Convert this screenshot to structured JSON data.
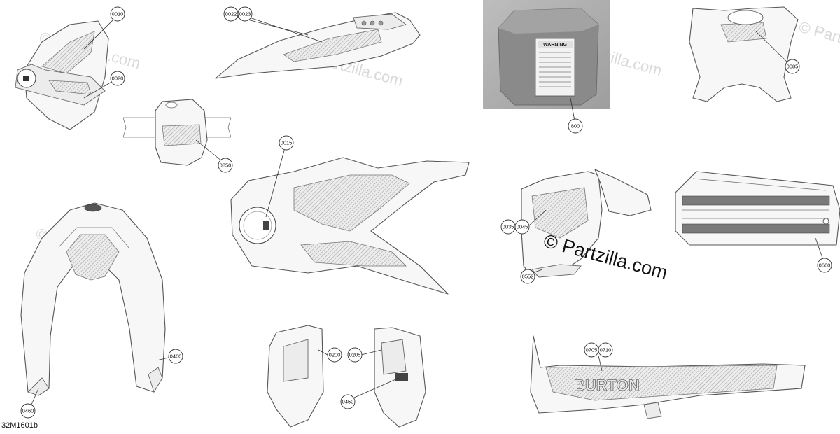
{
  "drawing_reference": "32M1601b",
  "watermark": {
    "small": "© Partzilla.com",
    "large": "© Partzilla.com"
  },
  "photo_label": {
    "title": "WARNING"
  },
  "stripe_decal_text": "BURTON",
  "callouts": [
    {
      "id": "c0010",
      "label": "0010"
    },
    {
      "id": "c0020",
      "label": "0020"
    },
    {
      "id": "c0022",
      "label": "0022"
    },
    {
      "id": "c0023",
      "label": "0023"
    },
    {
      "id": "c0850",
      "label": "0850"
    },
    {
      "id": "c0015",
      "label": "0015"
    },
    {
      "id": "c0460a",
      "label": "0460"
    },
    {
      "id": "c0460b",
      "label": "0460"
    },
    {
      "id": "c0200",
      "label": "0200"
    },
    {
      "id": "c0205",
      "label": "0205"
    },
    {
      "id": "c0450",
      "label": "0450"
    },
    {
      "id": "c800",
      "label": "800"
    },
    {
      "id": "c0085",
      "label": "0085"
    },
    {
      "id": "c0035",
      "label": "0035"
    },
    {
      "id": "c0045",
      "label": "0045"
    },
    {
      "id": "c0552",
      "label": "0552"
    },
    {
      "id": "c0660",
      "label": "0660"
    },
    {
      "id": "c0705",
      "label": "0705"
    },
    {
      "id": "c0710",
      "label": "0710"
    }
  ]
}
